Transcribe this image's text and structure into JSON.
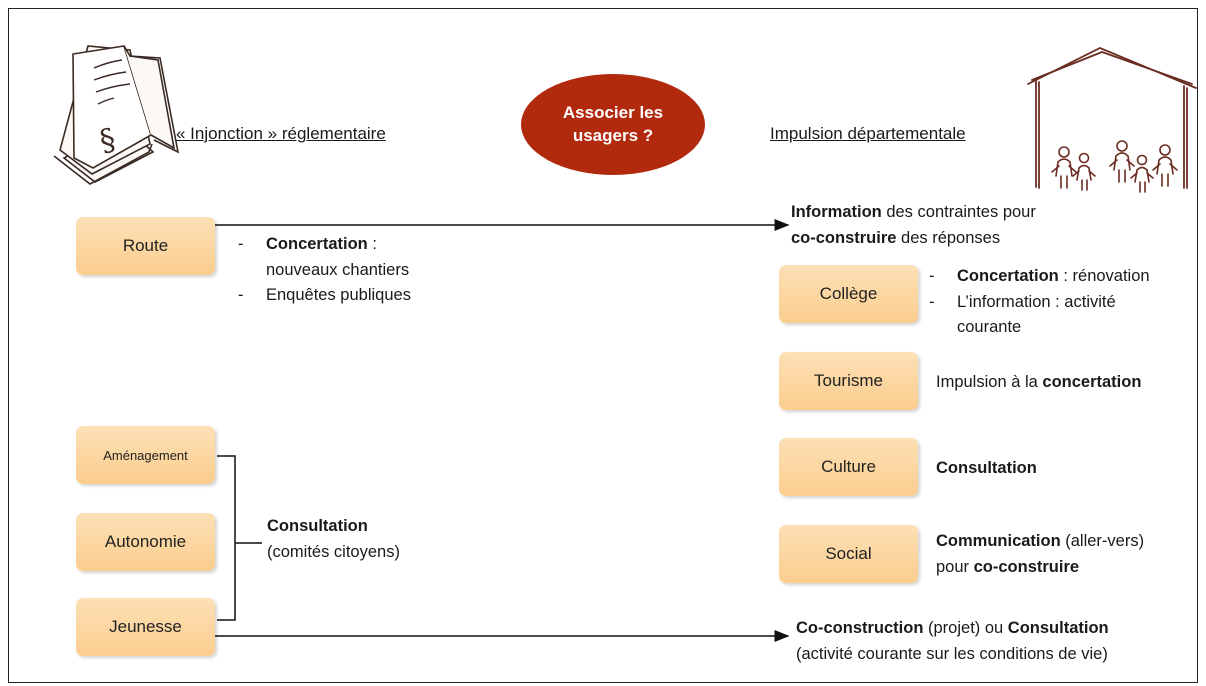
{
  "center": {
    "line1": "Associer les",
    "line2": "usagers ?"
  },
  "headings": {
    "left": "« Injonction » réglementaire",
    "right": "Impulsion départementale"
  },
  "left_boxes": {
    "route": "Route",
    "amenagement": "Aménagement",
    "autonomie": "Autonomie",
    "jeunesse": "Jeunesse"
  },
  "route_notes": {
    "concertation": "Concertation",
    "concertation_rest": " :",
    "concertation_line2": "nouveaux chantiers",
    "enquetes": "Enquêtes publiques"
  },
  "consultation_group": {
    "title": "Consultation",
    "sub": "(comités citoyens)"
  },
  "top_right": {
    "b1": "Information",
    "t1": " des contraintes pour",
    "b2": "co-construire",
    "t2": " des réponses"
  },
  "right_boxes": {
    "college": "Collège",
    "tourisme": "Tourisme",
    "culture": "Culture",
    "social": "Social"
  },
  "college_notes": {
    "b1": "Concertation",
    "t1": " : rénovation",
    "t2a": "L’information : activité",
    "t2b": "courante"
  },
  "tourisme_note": {
    "t": "Impulsion à la ",
    "b": "concertation"
  },
  "culture_note": {
    "b": "Consultation"
  },
  "social_note": {
    "b1": "Communication",
    "t1": " (aller-vers)",
    "t2": "pour ",
    "b2": "co-construire"
  },
  "bottom_right": {
    "b1": "Co-construction",
    "t1": " (projet) ou ",
    "b2": "Consultation",
    "t2": "(activité courante sur les conditions de vie)"
  },
  "icons": [
    "legal-document-icon",
    "house-people-icon"
  ],
  "colors": {
    "oval": "#b22a0e",
    "box_top": "#fde0b6",
    "box_bottom": "#fbcd8e",
    "text": "#1a1a1a"
  }
}
